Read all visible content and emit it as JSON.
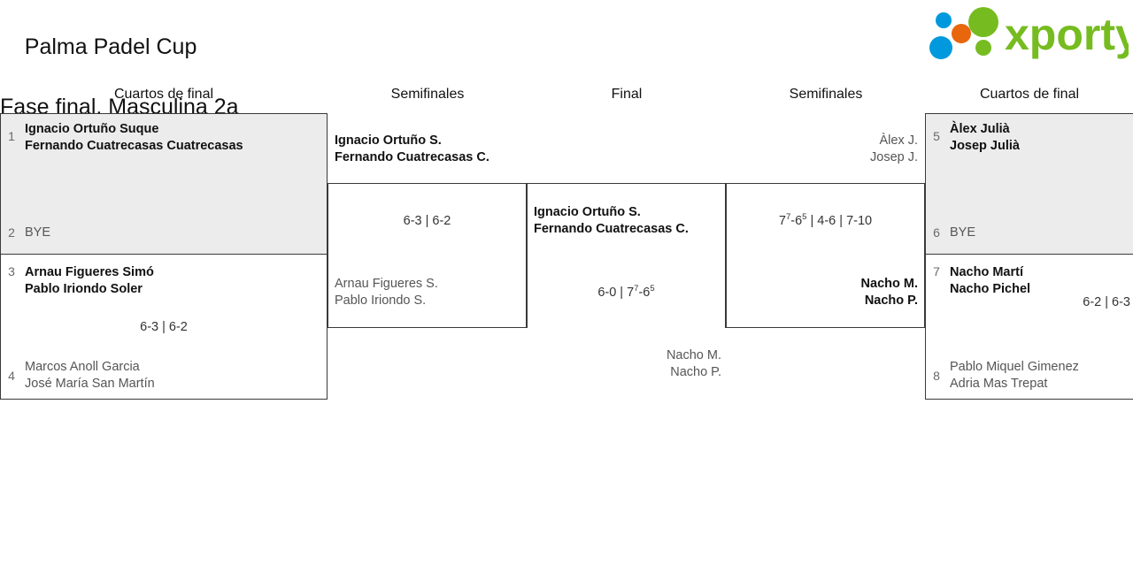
{
  "header": {
    "title_line1": "Palma Padel Cup",
    "title_line2": "Fase final. Masculina 2a",
    "logo_text": "xporty"
  },
  "rounds": [
    {
      "label": "Cuartos de final"
    },
    {
      "label": "Semifinales"
    },
    {
      "label": "Final"
    },
    {
      "label": "Semifinales"
    },
    {
      "label": "Cuartos de final"
    }
  ],
  "matches": {
    "qf1": {
      "top": {
        "seed": "1",
        "p1": "Ignacio Ortuño Suque",
        "p2": "Fernando Cuatrecasas Cuatrecasas",
        "result": "winner"
      },
      "bottom": {
        "seed": "2",
        "p1": "BYE",
        "p2": "",
        "result": "loser"
      },
      "score": ""
    },
    "qf2": {
      "top": {
        "seed": "3",
        "p1": "Arnau Figueres Simó",
        "p2": "Pablo Iriondo Soler",
        "result": "winner"
      },
      "bottom": {
        "seed": "4",
        "p1": "Marcos Anoll Garcia",
        "p2": "José María San Martín",
        "result": "loser"
      },
      "score": "6-3 | 6-2"
    },
    "qf3": {
      "top": {
        "seed": "5",
        "p1": "Àlex Julià",
        "p2": "Josep Julià",
        "result": "winner"
      },
      "bottom": {
        "seed": "6",
        "p1": "BYE",
        "p2": "",
        "result": "loser"
      },
      "score": ""
    },
    "qf4": {
      "top": {
        "seed": "7",
        "p1": "Nacho Martí",
        "p2": "Nacho Pichel",
        "result": "winner"
      },
      "bottom": {
        "seed": "8",
        "p1": "Pablo Miquel Gimenez",
        "p2": "Adria Mas Trepat",
        "result": "loser"
      },
      "score": "6-2 | 6-3"
    },
    "sf_left": {
      "top": {
        "p1": "Ignacio Ortuño S.",
        "p2": "Fernando Cuatrecasas C.",
        "result": "winner"
      },
      "bottom": {
        "p1": "Arnau Figueres S.",
        "p2": "Pablo Iriondo S.",
        "result": "loser"
      },
      "score": "6-3 | 6-2"
    },
    "sf_right": {
      "top": {
        "p1": "Àlex J.",
        "p2": "Josep J.",
        "result": "loser"
      },
      "bottom": {
        "p1": "Nacho M.",
        "p2": "Nacho P.",
        "result": "winner"
      },
      "score_part1": "7",
      "score_sup1": "7",
      "score_mid1": "-6",
      "score_sup2": "5",
      "score_rest": " | 4-6 | 7-10"
    },
    "final": {
      "top": {
        "p1": "Ignacio Ortuño S.",
        "p2": "Fernando Cuatrecasas C.",
        "result": "winner"
      },
      "bottom": {
        "p1": "Nacho M.",
        "p2": "Nacho P.",
        "result": "loser"
      },
      "score_part1": "6-0 | 7",
      "score_sup1": "7",
      "score_mid1": "-6",
      "score_sup2": "5"
    }
  },
  "colors": {
    "brand_green": "#76bc21",
    "brand_blue": "#0099dd",
    "brand_orange": "#e8660c",
    "shaded_row": "#ececec",
    "border": "#3a3a3a"
  }
}
